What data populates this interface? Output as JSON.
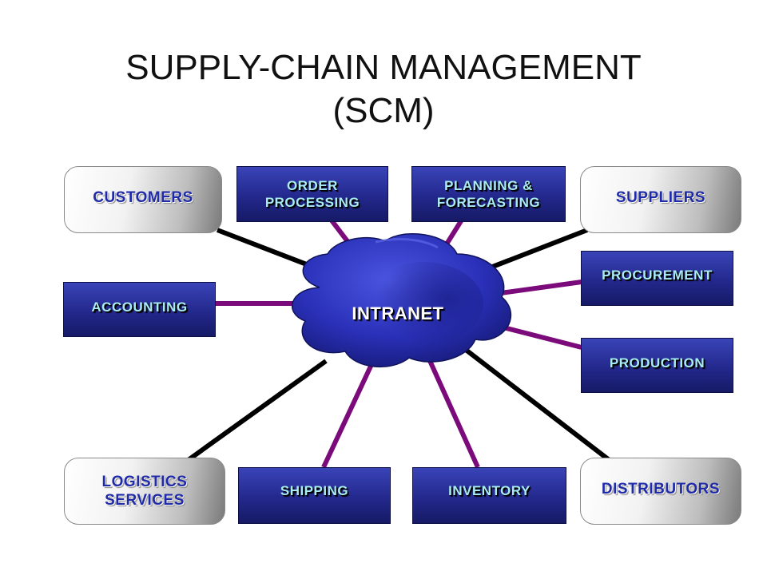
{
  "title": {
    "line1": "SUPPLY-CHAIN MANAGEMENT",
    "line2": "(SCM)"
  },
  "hub": {
    "label": "INTRANET"
  },
  "nodes": {
    "customers": "CUSTOMERS",
    "order_processing": [
      "ORDER",
      "PROCESSING"
    ],
    "planning_forecasting": [
      "PLANNING &",
      "FORECASTING"
    ],
    "suppliers": "SUPPLIERS",
    "procurement": "PROCUREMENT",
    "accounting": "ACCOUNTING",
    "production": "PRODUCTION",
    "logistics_services": [
      "LOGISTICS",
      "SERVICES"
    ],
    "shipping": "SHIPPING",
    "inventory": "INVENTORY",
    "distributors": "DISTRIBUTORS"
  },
  "colors": {
    "external_link": "#000000",
    "internal_link": "#7b0a7b",
    "cloud": "#2a30b8",
    "blue_box_text": "#a9ecf3",
    "grey_box_text": "#1f2aa8"
  }
}
